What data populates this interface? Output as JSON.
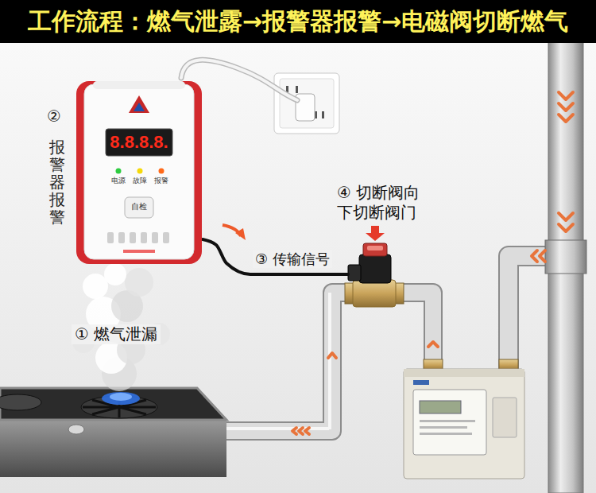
{
  "diagram": {
    "title": "工作流程：燃气泄露→报警器报警→电磁阀切断燃气",
    "nodes": [
      {
        "text": [
          "②",
          "报警器报警",
          "8.8.8.8.",
          "电源",
          "故障",
          "报警",
          "自检"
        ]
      },
      {
        "text": [
          "④ 切断阀向下切断阀门"
        ]
      }
    ],
    "edges": [
      {
        "from": 0,
        "to": 1,
        "arrow": "none",
        "label": "③ 传输信号"
      }
    ],
    "labels": [
      "① 燃气泄漏"
    ]
  }
}
